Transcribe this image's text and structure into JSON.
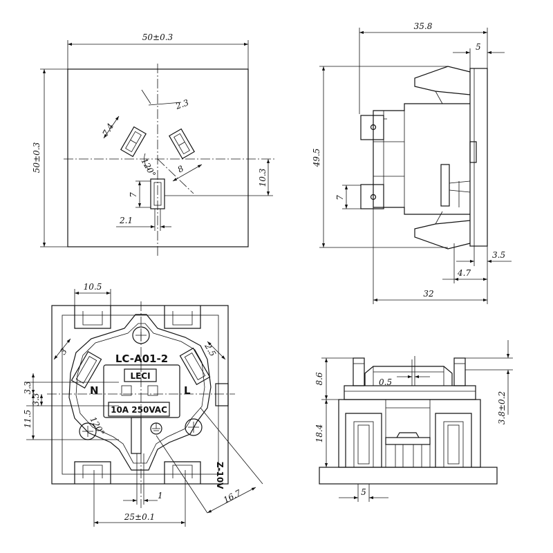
{
  "front_view": {
    "width_dim": "50±0.3",
    "height_dim": "50±0.3",
    "pin_width_dim": "2.3",
    "slot_length_dim": "7.4",
    "angle_dim": "120°",
    "spacing_dim": "8",
    "offset_dim": "10.3",
    "earth_slot_dim": "7",
    "earth_width_dim": "2.1"
  },
  "side_view": {
    "depth_dim": "35.8",
    "flange_dim": "5",
    "height_dim": "49.5",
    "terminal_dim": "7",
    "lip_dim": "3.5",
    "step_dim": "4.7",
    "body_depth_dim": "32"
  },
  "rear_view": {
    "tab_spacing_dim": "10.5",
    "slot_left_dim": "3",
    "slot_right_dim": "2.5",
    "model_label": "LC-A01-2",
    "brand_label": "LECI",
    "neutral_label": "N",
    "live_label": "L",
    "rating_label": "10A  250VAC",
    "angle_dim": "120°",
    "left_dim_a": "3.3",
    "left_dim_b": "3.3",
    "left_dim_c": "11.5",
    "pin_gap_dim": "1",
    "width_dim": "25±0.1",
    "diag_dim": "16.7",
    "side_mark": "Z-10V"
  },
  "bottom_view": {
    "tab_gap_dim": "0.5",
    "upper_height_dim": "8.6",
    "lower_height_dim": "18.4",
    "right_dim": "3.8±0.2",
    "pin_dim": "5"
  }
}
